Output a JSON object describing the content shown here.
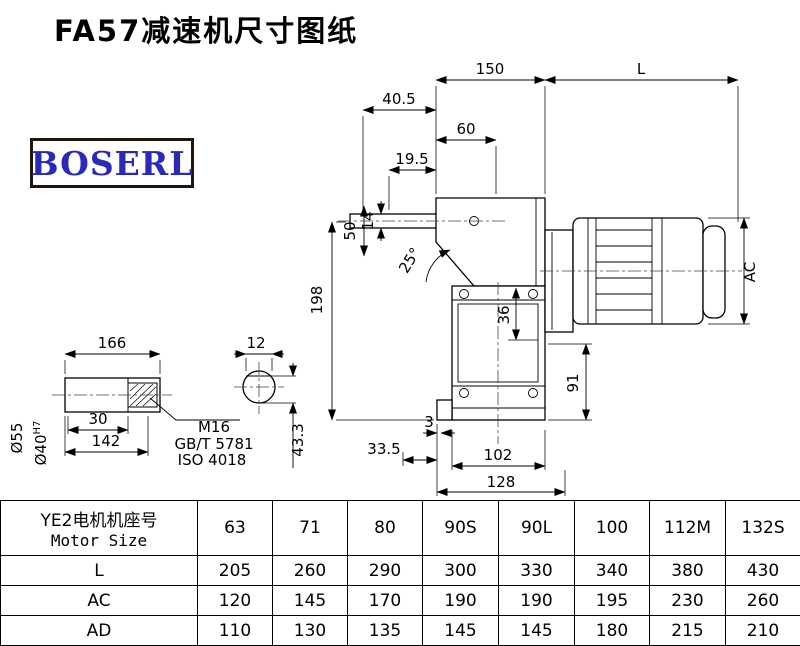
{
  "title": "FA57减速机尺寸图纸",
  "logo": "BOSERL",
  "dims": {
    "d150": "150",
    "dL": "L",
    "d405": "40.5",
    "d60": "60",
    "d195": "19.5",
    "d14": "14",
    "d50": "50",
    "a25": "25°",
    "d198": "198",
    "d36": "36",
    "ac": "AC",
    "d91": "91",
    "d3": "3",
    "d335": "33.5",
    "d102": "102",
    "d128": "128",
    "d166": "166",
    "d12": "12",
    "d30": "30",
    "d142": "142",
    "d55": "Ø55",
    "d40": "Ø40",
    "h7": "H7",
    "d433": "43.3",
    "m16": "M16",
    "gbt": "GB/T 5781",
    "iso": "ISO 4018"
  },
  "table": {
    "header_line1": "YE2电机机座号",
    "header_line2": "Motor Size",
    "columns": [
      "63",
      "71",
      "80",
      "90S",
      "90L",
      "100",
      "112M",
      "132S"
    ],
    "rows": [
      {
        "label": "L",
        "values": [
          "205",
          "260",
          "290",
          "300",
          "330",
          "340",
          "380",
          "430"
        ]
      },
      {
        "label": "AC",
        "values": [
          "120",
          "145",
          "170",
          "190",
          "190",
          "195",
          "230",
          "260"
        ]
      },
      {
        "label": "AD",
        "values": [
          "110",
          "130",
          "135",
          "145",
          "145",
          "180",
          "215",
          "210"
        ]
      }
    ]
  }
}
